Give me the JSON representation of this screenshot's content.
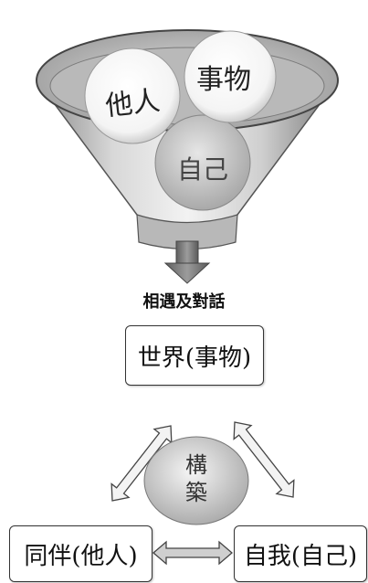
{
  "funnel": {
    "balls": [
      "他人",
      "事物",
      "自己"
    ]
  },
  "caption": "相遇及對話",
  "nodes": {
    "top": "世界(事物)",
    "left": "同伴(他人)",
    "right": "自我(自己)"
  },
  "center": {
    "line1": "構",
    "line2": "築"
  }
}
